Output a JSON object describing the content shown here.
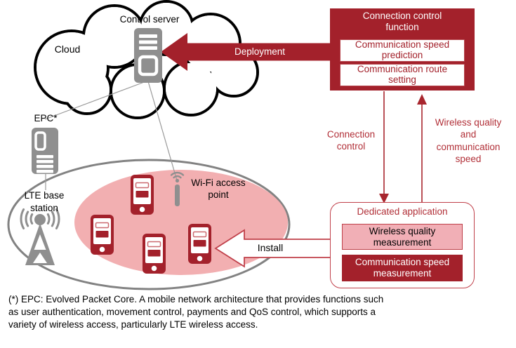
{
  "colors": {
    "dark_red": "#A3212B",
    "accent_red": "#B12F37",
    "pink": "#F2AFB1",
    "icon_gray": "#8F8F8F"
  },
  "cloud": {
    "label": "Cloud",
    "server_label": "Control server"
  },
  "epc": {
    "label": "EPC*"
  },
  "lte_base_station": {
    "label": "LTE base\nstation"
  },
  "wifi_access_point": {
    "label": "Wi-Fi access\npoint"
  },
  "arrows": {
    "deployment": "Deployment",
    "install": "Install",
    "connection_control": "Connection\ncontrol",
    "wireless_quality": "Wireless quality\nand\ncommunication\nspeed"
  },
  "connection_control_function": {
    "title": "Connection control\nfunction",
    "items": [
      {
        "label": "Communication speed\nprediction"
      },
      {
        "label": "Communication route\nsetting"
      }
    ]
  },
  "dedicated_application": {
    "title": "Dedicated application",
    "items": [
      {
        "label": "Wireless quality\nmeasurement"
      },
      {
        "label": "Communication speed\nmeasurement"
      }
    ]
  },
  "footnote": "(*) EPC: Evolved Packet Core. A mobile network architecture that provides functions such\nas user authentication, movement control, payments and QoS control, which supports a\nvariety of wireless access, particularly LTE wireless access."
}
